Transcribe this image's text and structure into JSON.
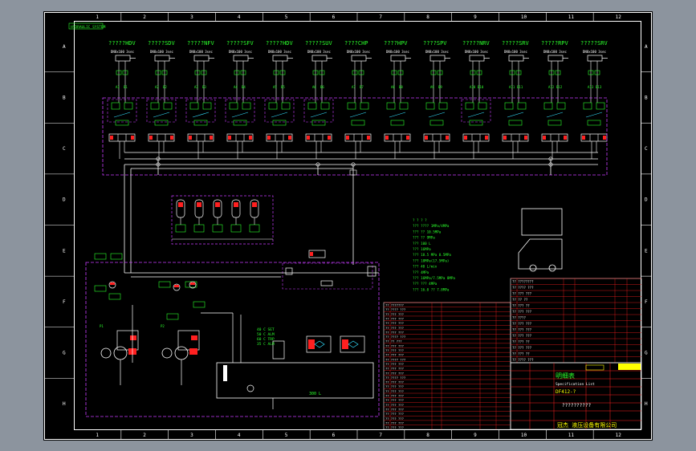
{
  "drawing": {
    "title_tag": "HYDRAULIC SYSTEM",
    "frame_color": "#ffffff",
    "green": "#2bff2b",
    "yellow": "#ffff00",
    "magenta": "#c83cff",
    "red": "#ff2020",
    "cyan": "#33e0ff"
  },
  "columns": [
    "1",
    "2",
    "3",
    "4",
    "5",
    "6",
    "7",
    "8",
    "9",
    "10",
    "11",
    "12"
  ],
  "rows": [
    "A",
    "B",
    "C",
    "D",
    "E",
    "F",
    "G",
    "H"
  ],
  "actuators": [
    {
      "label": "?????HDV",
      "spec": "DN8x100 3sec"
    },
    {
      "label": "?????SDV",
      "spec": "DN8x100 3sec"
    },
    {
      "label": "?????NFV",
      "spec": "DN8x100 3sec"
    },
    {
      "label": "?????SFV",
      "spec": "DN8x100 3sec"
    },
    {
      "label": "?????HDV",
      "spec": "DN8x100 3sec"
    },
    {
      "label": "?????SUV",
      "spec": "DN8x100 3sec"
    },
    {
      "label": "????CHP",
      "spec": "DN8x100 3sec"
    },
    {
      "label": "????HPV",
      "spec": "DN8x100 3sec"
    },
    {
      "label": "????SPV",
      "spec": "DN8x100 3sec"
    },
    {
      "label": "?????NRV",
      "spec": "DN8x100 3sec"
    },
    {
      "label": "?????SRV",
      "spec": "DN8x100 3sec"
    },
    {
      "label": "?????RPV",
      "spec": "DN8x100 3sec"
    },
    {
      "label": "?????SRV",
      "spec": "DN8x100 3sec"
    }
  ],
  "notes": [
    "? ? ? ?",
    "??? ???? 1MPa/4MPa",
    "??? ?? 10.5MPa",
    "??? ?? 9MPa",
    "??? 100 L",
    "??? 16MPa",
    "??? 18.5 MPa 0.5MPa",
    "??? 18MPa(17.5MPa)",
    "??? 40 L/min",
    "??? 4MPa",
    "??? 16MPa/7.5MPa 8MPa",
    "??? ??? 4MPa",
    "??? 16.0 ?? 7.8MPa"
  ],
  "tank": {
    "label": "300 L",
    "temps": [
      "40 C SET",
      "50 C ALM",
      "60 C TRP",
      "35 C ALM"
    ]
  },
  "bom_left": [
    "?? ???????",
    "?? ???? ???",
    "?? ??? ???",
    "?? ??? ???",
    "?? ??? ???",
    "?? ??? ???",
    "?? ??? ???",
    "?? ???? ???",
    "?? ?? ???",
    "?? ??? ???",
    "?? ??? ???",
    "?? ??? ???",
    "?? ???? ???",
    "?? ??? ???",
    "?? ??? ???",
    "?? ??? ???",
    "?? ???? ???",
    "?? ??? ???",
    "?? ??? ???",
    "?? ??? ???",
    "?? ??? ???",
    "?? ??? ???",
    "?? ??? ???",
    "?? ??? ???",
    "?? ??? ???",
    "?? ??? ???",
    "?? ??? ???",
    "?? ??? ???"
  ],
  "bom_right": [
    "?? ????????",
    "?? ???? ???",
    "?? ??? ???",
    "?? ?? ??",
    "?? ??? ??",
    "?? ??? ???",
    "?? ????",
    "?? ??? ???",
    "?? ??? ???",
    "?? ??? ???",
    "?? ??? ??",
    "?? ??? ???",
    "?? ??? ??",
    "?? ???? ???"
  ],
  "title_block": {
    "list_title": "明细表",
    "list_sub": "Specification List",
    "doc_no": "DF412-?",
    "project": "??????????",
    "company": "冠杰 液压设备有限公司"
  }
}
